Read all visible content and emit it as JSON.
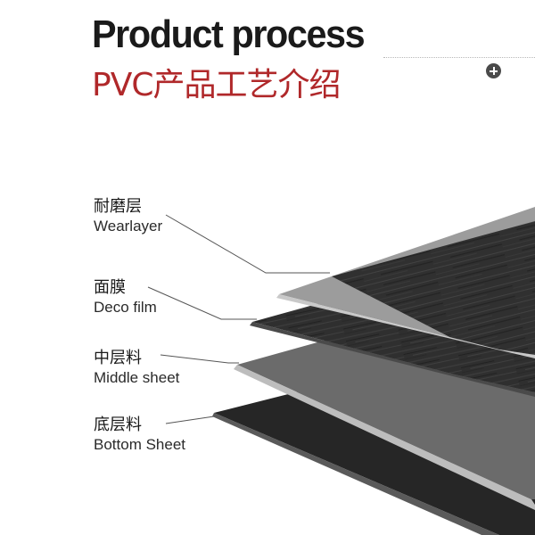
{
  "header": {
    "title": "Product process",
    "subtitle": "PVC产品工艺介绍"
  },
  "layers": [
    {
      "cn": "耐磨层",
      "en": "Wearlayer"
    },
    {
      "cn": "面膜",
      "en": "Deco film"
    },
    {
      "cn": "中层料",
      "en": "Middle sheet"
    },
    {
      "cn": "底层料",
      "en": "Bottom Sheet"
    }
  ],
  "colors": {
    "title": "#1a1a1a",
    "subtitle": "#b0282a",
    "wearlayer": "#9a9a9a",
    "deco_film": "#2e2e2e",
    "middle_sheet": "#6a6a6a",
    "bottom_sheet": "#262626"
  },
  "icons": {
    "corner_button": "plus-circle-icon"
  }
}
